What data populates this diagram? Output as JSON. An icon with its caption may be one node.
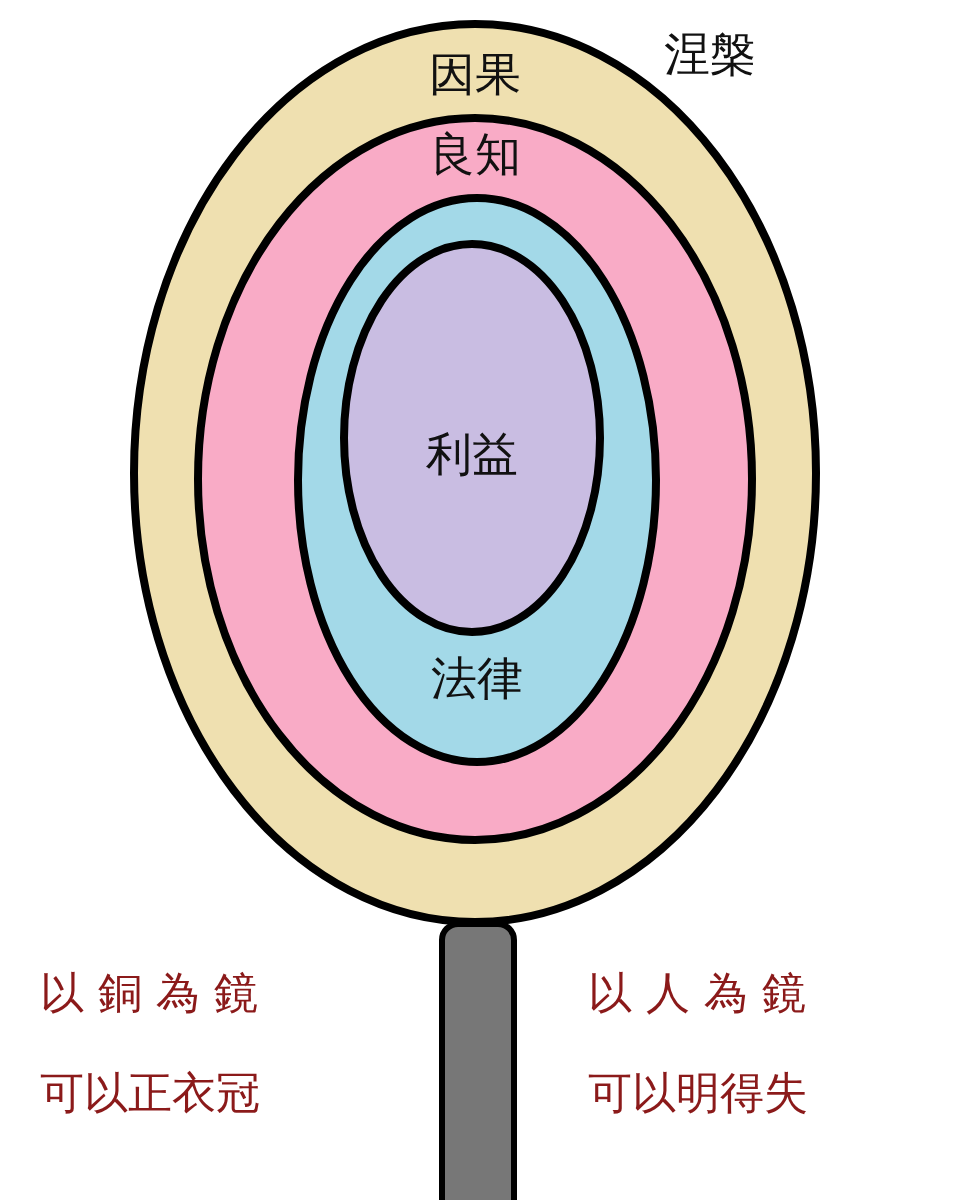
{
  "diagram": {
    "nodes": [
      {
        "text": [
          "因果"
        ]
      },
      {
        "text": [
          "良知"
        ],
        "in": 0
      },
      {
        "text": [
          "法律"
        ],
        "in": 1
      },
      {
        "text": [
          "利益"
        ],
        "in": 2
      },
      {
        "text": [],
        "shape": "bar"
      }
    ],
    "labels": [
      "涅槃",
      "以 銅 為 鏡",
      "可以正衣冠",
      "以 人 為 鏡",
      "可以明得失"
    ]
  }
}
